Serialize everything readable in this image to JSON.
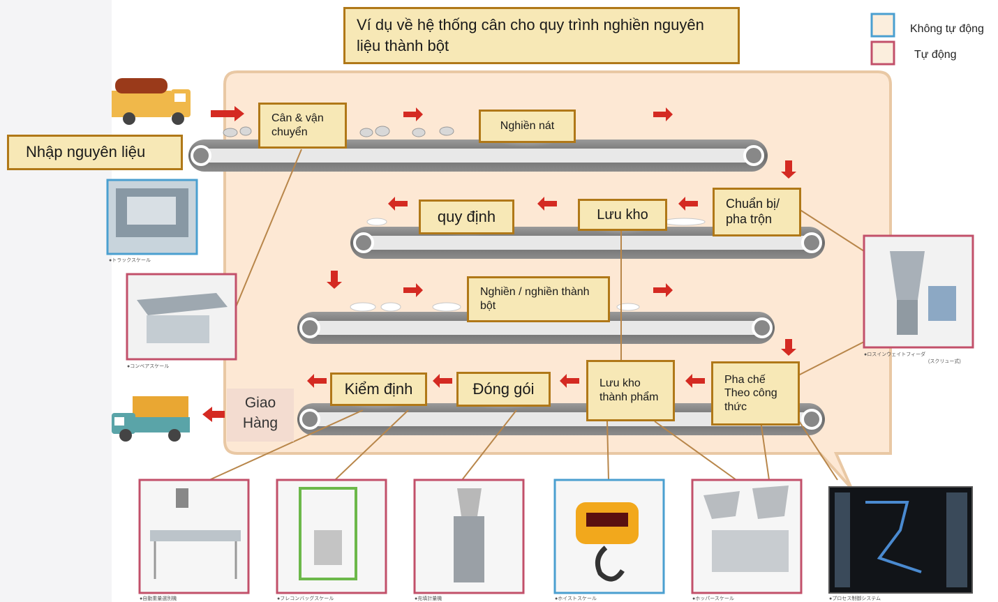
{
  "title": "Ví dụ về hệ thống cân cho quy trình nghiền nguyên liệu thành bột",
  "legend": {
    "manual": {
      "label": "Không tự động",
      "color": "#4a9fd0"
    },
    "auto": {
      "label": "Tự động",
      "color": "#c2506a"
    }
  },
  "steps": {
    "intake": "Nhập nguyên liệu",
    "weigh_transport": "Cân & vận chuyển",
    "crush": "Nghiền  nát",
    "prepare": "Chuẩn bị/ pha trộn",
    "storage": "Lưu kho",
    "regulate": "quy định",
    "grind": "Nghiền / nghiền thành bột",
    "recipe": "Pha chế Theo công thức",
    "product_storage": "Lưu kho thành phẩm",
    "packing": "Đóng gói",
    "inspection": "Kiểm định",
    "delivery": "Giao Hàng"
  },
  "captions": {
    "truck_scale": "●トラックスケール",
    "conveyor_scale": "●コンベアスケール",
    "feeder": "●ロスインウェイトフィーダ",
    "feeder_sub": "(スクリュー式)",
    "checker": "●自動重量選別機",
    "bag_scale": "●フレコンバッグスケール",
    "packer": "●充填計量機",
    "hoist_scale": "●ホイストスケール",
    "hopper_scale": "●ホッパースケール",
    "process_system": "●プロセス制御システム"
  },
  "colors": {
    "accent_gold": "#b07818",
    "arrow_red": "#d42a22",
    "panel": "#fde8d4"
  }
}
